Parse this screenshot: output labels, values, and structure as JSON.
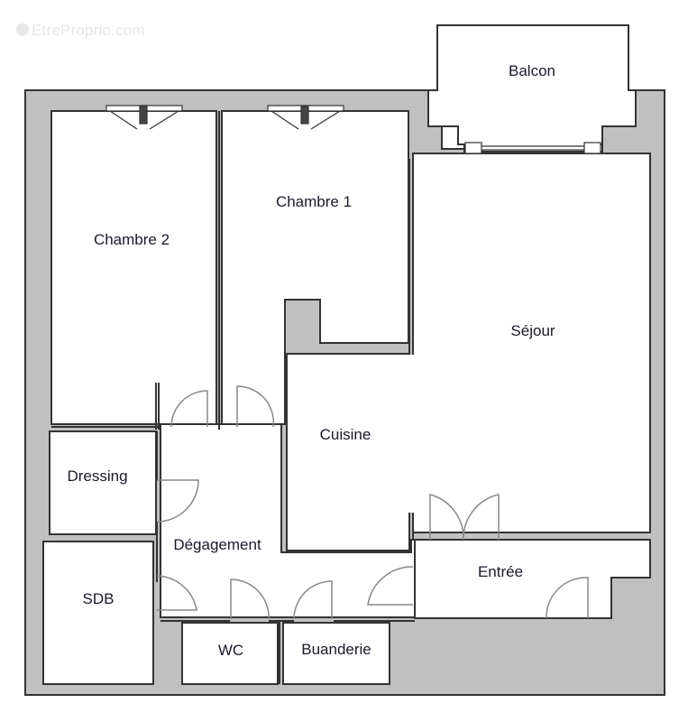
{
  "watermark": {
    "text": "EtreProprio.com",
    "icon": "copyright-icon"
  },
  "plan": {
    "wall_fill": "#c0c0c0",
    "wall_stroke": "#333333",
    "door_stroke": "#888888"
  },
  "rooms": {
    "balcon": {
      "label": "Balcon"
    },
    "chambre1": {
      "label": "Chambre  1"
    },
    "chambre2": {
      "label": "Chambre  2"
    },
    "sejour": {
      "label": "Séjour"
    },
    "cuisine": {
      "label": "Cuisine"
    },
    "dressing": {
      "label": "Dressing"
    },
    "degagement": {
      "label": "Dégagement"
    },
    "entree": {
      "label": "Entrée"
    },
    "sdb": {
      "label": "SDB"
    },
    "wc": {
      "label": "WC"
    },
    "buanderie": {
      "label": "Buanderie"
    }
  }
}
